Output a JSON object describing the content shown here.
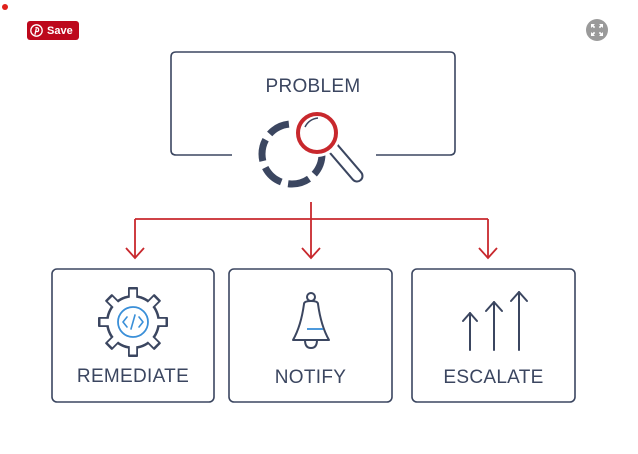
{
  "pin_button": {
    "label": "Save",
    "icon": "pinterest-icon",
    "color": "#bd081c"
  },
  "expand_button": {
    "icon": "expand-icon"
  },
  "diagram": {
    "colors": {
      "stroke": "#3b4660",
      "accent": "#c8282d",
      "code_blue": "#3a8fd8"
    },
    "root": {
      "label": "PROBLEM",
      "icon": "magnifier-icon"
    },
    "children": [
      {
        "label": "REMEDIATE",
        "icon": "gear-code-icon"
      },
      {
        "label": "NOTIFY",
        "icon": "bell-icon"
      },
      {
        "label": "ESCALATE",
        "icon": "arrows-up-icon"
      }
    ]
  }
}
